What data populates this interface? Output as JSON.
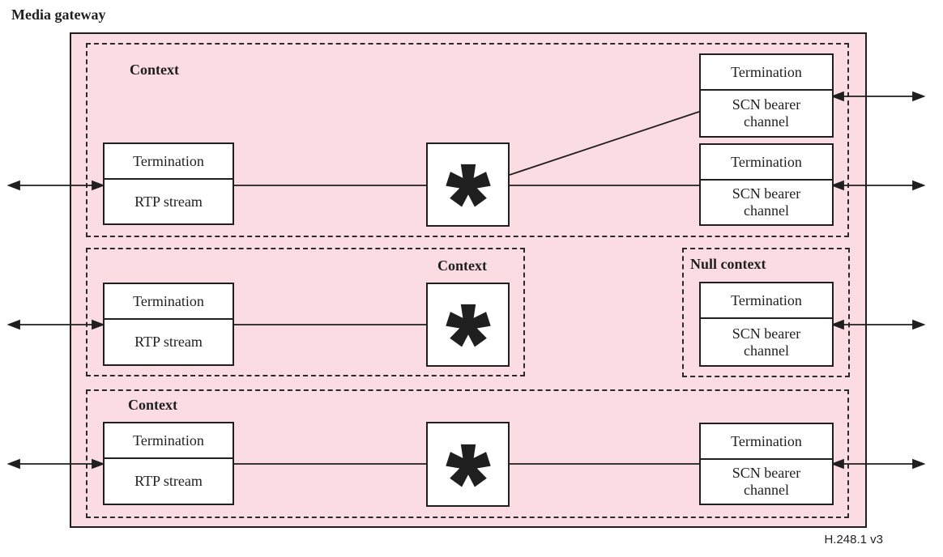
{
  "title": "Media gateway",
  "footnote": "H.248.1 v3",
  "colors": {
    "gateway_fill": "#fbdce3",
    "box_fill": "#ffffff",
    "stroke": "#1f1f1f"
  },
  "contexts": [
    {
      "id": "context-top",
      "label": "Context"
    },
    {
      "id": "context-middle",
      "label": "Context"
    },
    {
      "id": "context-null",
      "label": "Null context"
    },
    {
      "id": "context-bottom",
      "label": "Context"
    }
  ],
  "terminations": [
    {
      "title": "Termination",
      "channel": "RTP stream"
    },
    {
      "title": "Termination",
      "channel": "SCN bearer channel"
    },
    {
      "title": "Termination",
      "channel": "SCN bearer channel"
    },
    {
      "title": "Termination",
      "channel": "RTP stream"
    },
    {
      "title": "Termination",
      "channel": "SCN bearer channel"
    },
    {
      "title": "Termination",
      "channel": "RTP stream"
    },
    {
      "title": "Termination",
      "channel": "SCN bearer channel"
    }
  ],
  "symbols": {
    "mixer": "*",
    "mixer_icon_name": "asterisk-icon"
  }
}
